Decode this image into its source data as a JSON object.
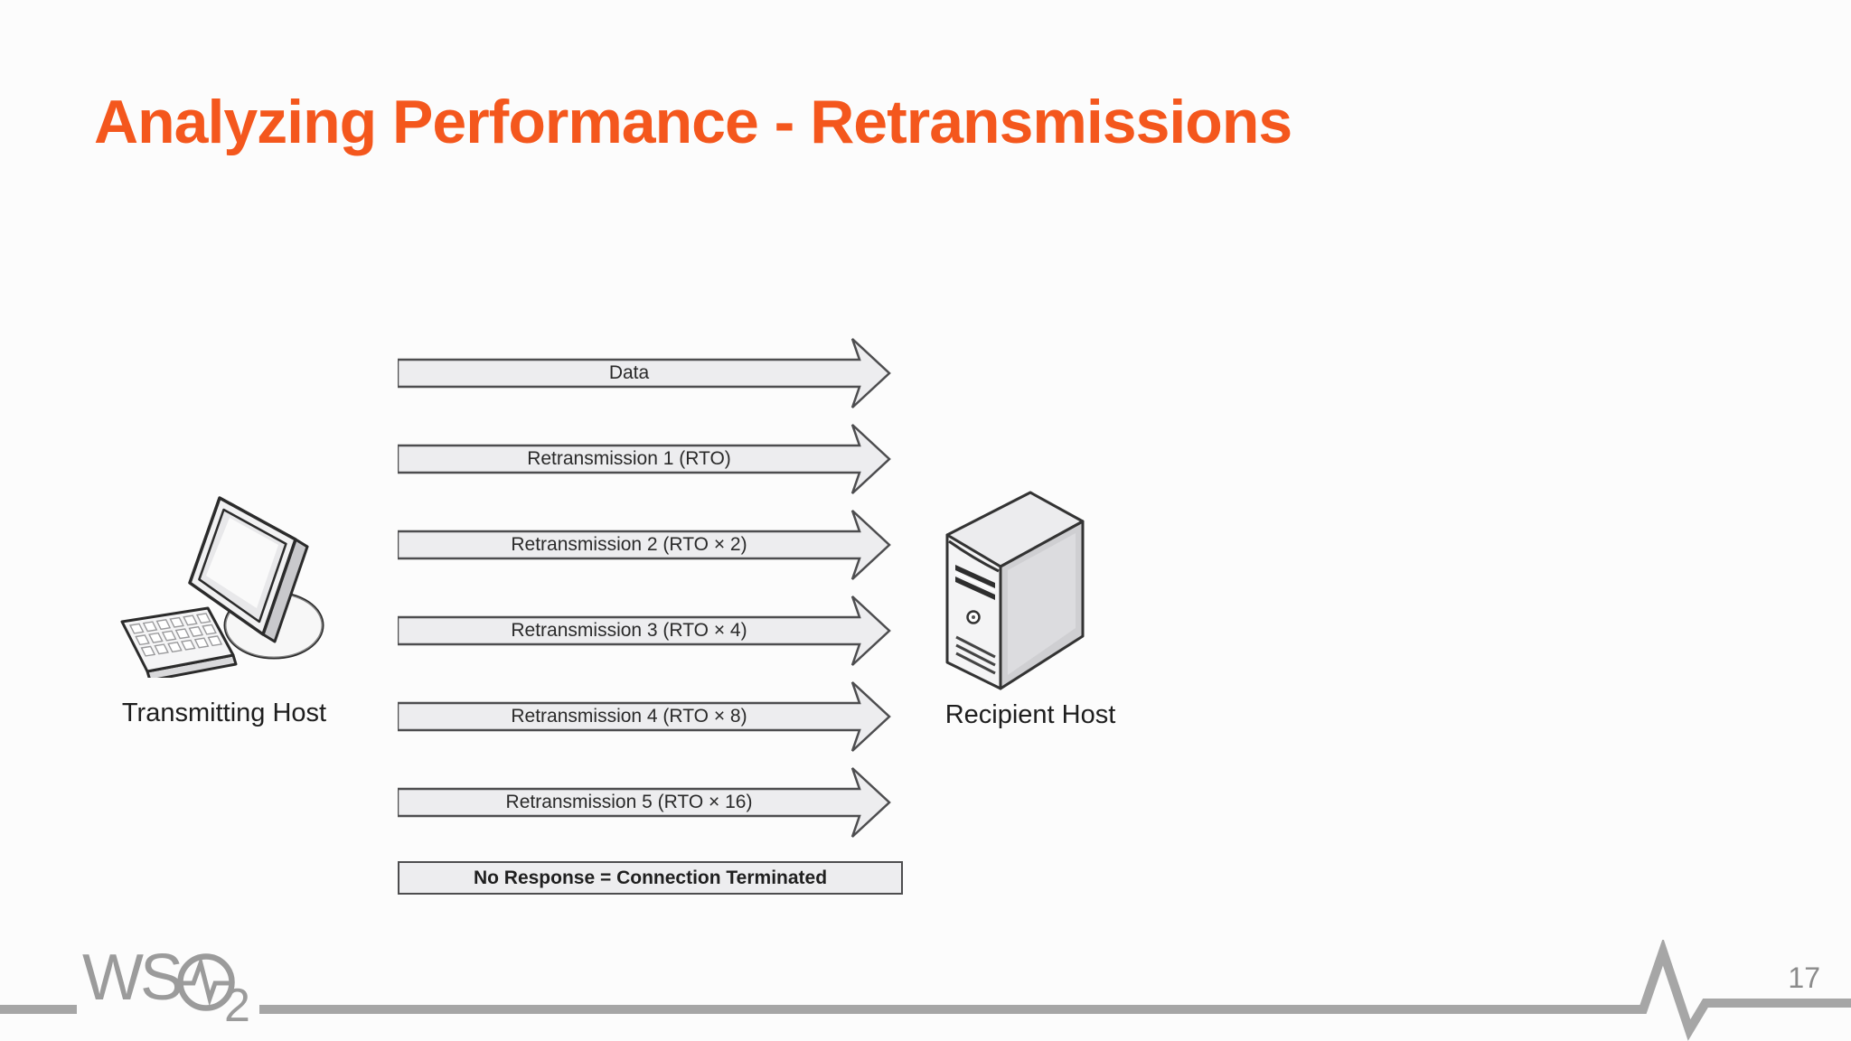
{
  "slide": {
    "title": "Analyzing Performance - Retransmissions",
    "title_color": "#F4571D",
    "background_color": "#FCFCFC"
  },
  "diagram": {
    "transmitting_host_label": "Transmitting Host",
    "recipient_host_label": "Recipient Host",
    "arrows": [
      {
        "label": "Data"
      },
      {
        "label": "Retransmission 1 (RTO)"
      },
      {
        "label": "Retransmission 2 (RTO × 2)"
      },
      {
        "label": "Retransmission 3 (RTO × 4)"
      },
      {
        "label": "Retransmission 4 (RTO × 8)"
      },
      {
        "label": "Retransmission 5 (RTO × 16)"
      }
    ],
    "termination_label": "No Response = Connection Terminated",
    "arrow_fill": "#EDEDEF",
    "arrow_border": "#4D4D4F",
    "icons": [
      "desktop-computer-icon",
      "server-tower-icon"
    ]
  },
  "footer": {
    "logo": {
      "ws": "WS",
      "two": "2",
      "name": "wso2-logo",
      "color": "#9B9B9B"
    },
    "bar_color": "#A6A6A6",
    "icons": [
      "heartbeat-pulse-icon"
    ],
    "page_number": "17"
  }
}
